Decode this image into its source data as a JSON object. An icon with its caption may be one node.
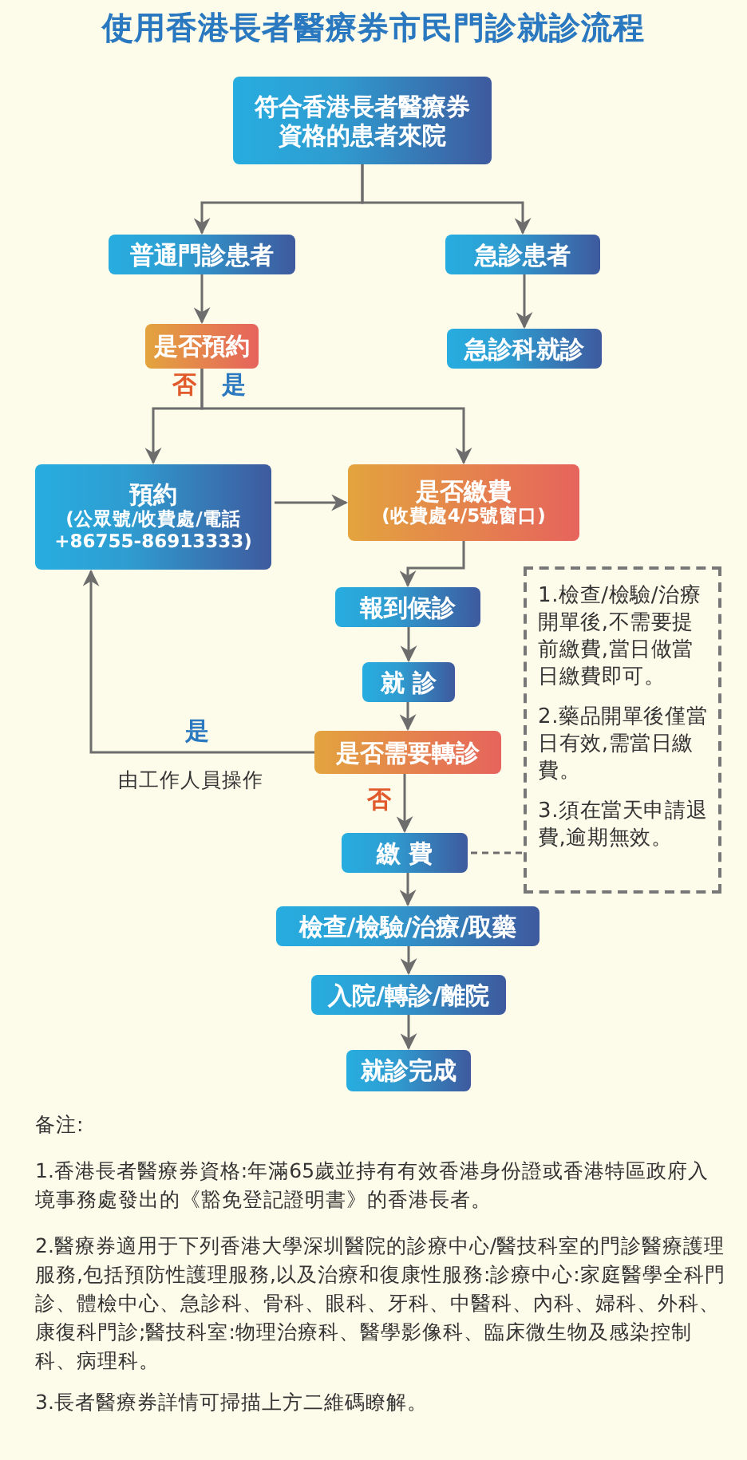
{
  "diagram": {
    "title": "使用香港長者醫療券市民門診就診流程",
    "nodes": [
      {
        "text": [
          "符合香港長者醫療券資格的患者來院"
        ]
      },
      {
        "text": [
          "普通門診患者"
        ]
      },
      {
        "text": [
          "急診患者"
        ]
      },
      {
        "text": [
          "是否預約"
        ]
      },
      {
        "text": [
          "急診科就診"
        ]
      },
      {
        "text": [
          "預約",
          "(公眾號/收費處/電話+86755-86913333)"
        ]
      },
      {
        "text": [
          "是否繳費",
          "(收費處4/5號窗口)"
        ]
      },
      {
        "text": [
          "報到候診"
        ]
      },
      {
        "text": [
          "就 診"
        ]
      },
      {
        "text": [
          "是否需要轉診"
        ]
      },
      {
        "text": [
          "繳 費"
        ]
      },
      {
        "text": [
          "檢查/檢驗/治療/取藥"
        ]
      },
      {
        "text": [
          "入院/轉診/離院"
        ]
      },
      {
        "text": [
          "就診完成"
        ]
      },
      {
        "text": [
          "1.檢查/檢驗/治療開單後,不需要提前繳費,當日做當日繳費即可。",
          "2.藥品開單後僅當日有效,需當日繳費。",
          "3.須在當天申請退費,逾期無效。"
        ]
      }
    ],
    "edges": [
      {
        "from": 0,
        "to": 1,
        "arrow": "to"
      },
      {
        "from": 0,
        "to": 2,
        "arrow": "to"
      },
      {
        "from": 1,
        "to": 3,
        "arrow": "to"
      },
      {
        "from": 2,
        "to": 4,
        "arrow": "to"
      },
      {
        "from": 3,
        "to": 5,
        "arrow": "to",
        "label": "否"
      },
      {
        "from": 3,
        "to": 6,
        "arrow": "to",
        "label": "是"
      },
      {
        "from": 5,
        "to": 6,
        "arrow": "to"
      },
      {
        "from": 6,
        "to": 7,
        "arrow": "to"
      },
      {
        "from": 7,
        "to": 8,
        "arrow": "to"
      },
      {
        "from": 8,
        "to": 9,
        "arrow": "to"
      },
      {
        "from": 9,
        "to": 5,
        "arrow": "to",
        "label": "是"
      },
      {
        "from": 9,
        "to": 10,
        "arrow": "to",
        "label": "否"
      },
      {
        "from": 10,
        "to": 11,
        "arrow": "to"
      },
      {
        "from": 11,
        "to": 12,
        "arrow": "to"
      },
      {
        "from": 12,
        "to": 13,
        "arrow": "to"
      },
      {
        "from": 10,
        "to": 14,
        "arrow": "none",
        "style": "dashed"
      }
    ],
    "labels": [
      "由工作人員操作",
      "备注:",
      "1.香港長者醫療券資格:年滿65歲並持有有效香港身份證或香港特區政府入境事務處發出的《豁免登記證明書》的香港長者。",
      "2.醫療券適用于下列香港大學深圳醫院的診療中心/醫技科室的門診醫療護理服務,包括預防性護理服務,以及治療和復康性服務:診療中心:家庭醫學全科門診、體檢中心、急診科、骨科、眼科、牙科、中醫科、內科、婦科、外科、康復科門診;醫技科室:物理治療科、醫學影像科、臨床微生物及感染控制科、病理科。",
      "3.長者醫療券詳情可掃描上方二維碼瞭解。"
    ]
  }
}
